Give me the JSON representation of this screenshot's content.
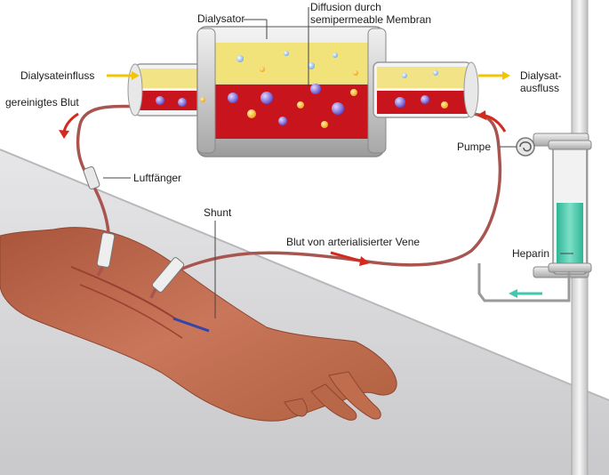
{
  "labels": {
    "dialysator": "Dialysator",
    "diffusion_line1": "Diffusion durch",
    "diffusion_line2": "semipermeable Membran",
    "dialysate_inflow": "Dialysateinfluss",
    "cleaned_blood": "gereinigtes Blut",
    "dialysate_outflow_line1": "Dialysat-",
    "dialysate_outflow_line2": "ausfluss",
    "pump": "Pumpe",
    "air_trap": "Luftfänger",
    "shunt": "Shunt",
    "arterial_blood": "Blut von arterialisierter Vene",
    "heparin": "Heparin"
  },
  "colors": {
    "dialysate": "#f2e27a",
    "blood": "#c8141c",
    "tube": "#b05a58",
    "arrow_yellow": "#f5c400",
    "arrow_red": "#d42a1e",
    "arrow_teal": "#40c9b0",
    "heparin_fluid": "#3cc8a8",
    "skin": "#c06d4e",
    "table": "#d9d9db"
  },
  "icons": {
    "pump": "pump-rotor-icon",
    "flow": "flow-arrow-icon"
  }
}
